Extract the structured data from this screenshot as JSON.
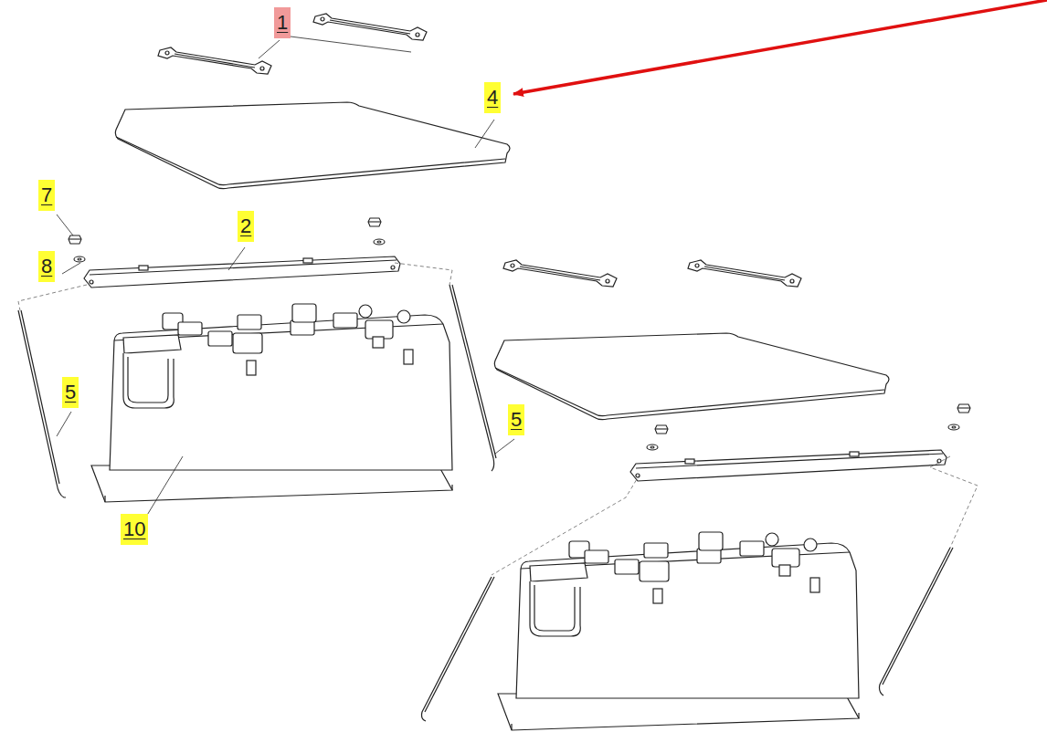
{
  "diagram": {
    "labels": [
      "1",
      "4",
      "7",
      "2",
      "8",
      "5",
      "5",
      "10"
    ]
  }
}
